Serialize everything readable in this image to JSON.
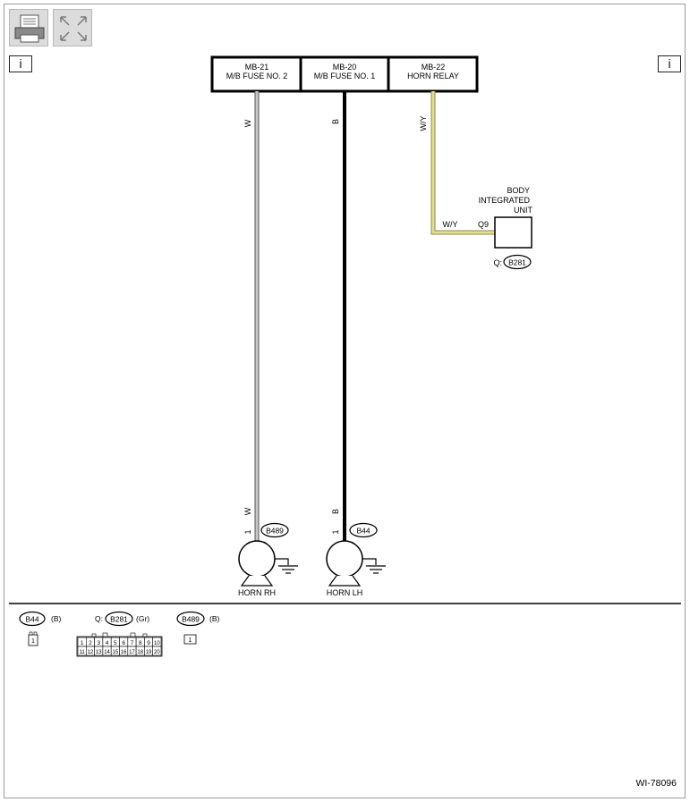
{
  "toolbar": {
    "print_icon": "printer-icon",
    "fullscreen_icon": "expand-icon"
  },
  "info_left": "i",
  "info_right": "i",
  "fuse_box": {
    "cells": [
      {
        "code": "MB-21",
        "name": "M/B FUSE NO. 2"
      },
      {
        "code": "MB-20",
        "name": "M/B FUSE NO. 1"
      },
      {
        "code": "MB-22",
        "name": "HORN RELAY"
      }
    ]
  },
  "wires": {
    "w_top": "W",
    "b_top": "B",
    "wy_top": "W/Y",
    "wy_horizontal": "W/Y",
    "w_bottom": "W",
    "b_bottom": "B",
    "pin_rh": "1",
    "pin_lh": "1"
  },
  "wire_colors": {
    "white": "#c8c8c8",
    "black": "#000000",
    "white_yellow": "#e6e08a"
  },
  "body_unit": {
    "line1": "BODY",
    "line2": "INTEGRATED",
    "line3": "UNIT",
    "pin": "Q9",
    "connector_prefix": "Q:",
    "connector": "B281"
  },
  "horns": [
    {
      "label": "HORN RH",
      "connector": "B489"
    },
    {
      "label": "HORN LH",
      "connector": "B44"
    }
  ],
  "legend": [
    {
      "prefix": "",
      "connector": "B44",
      "color": "(B)"
    },
    {
      "prefix": "Q:",
      "connector": "B281",
      "color": "(Gr)"
    },
    {
      "prefix": "",
      "connector": "B489",
      "color": "(B)"
    }
  ],
  "connector_b44_pins": [
    "1"
  ],
  "connector_b489_pins": [
    "1"
  ],
  "connector_b281_pins_top": [
    "1",
    "2",
    "3",
    "4",
    "5",
    "6",
    "7",
    "8",
    "9",
    "10"
  ],
  "connector_b281_pins_bottom": [
    "11",
    "12",
    "13",
    "14",
    "15",
    "16",
    "17",
    "18",
    "19",
    "20"
  ],
  "figure_id": "WI-78096"
}
